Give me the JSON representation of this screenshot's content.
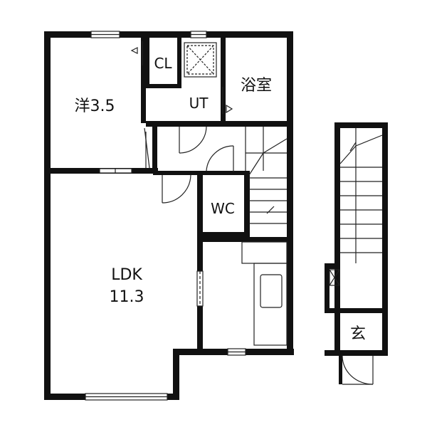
{
  "rooms": {
    "western_room": "洋3.5",
    "closet": "CL",
    "utility": "UT",
    "bathroom": "浴室",
    "toilet": "WC",
    "ldk_name": "LDK",
    "ldk_size": "11.3",
    "entrance": "玄"
  },
  "colors": {
    "wall": "#111111",
    "line": "#222222",
    "background": "#ffffff"
  }
}
